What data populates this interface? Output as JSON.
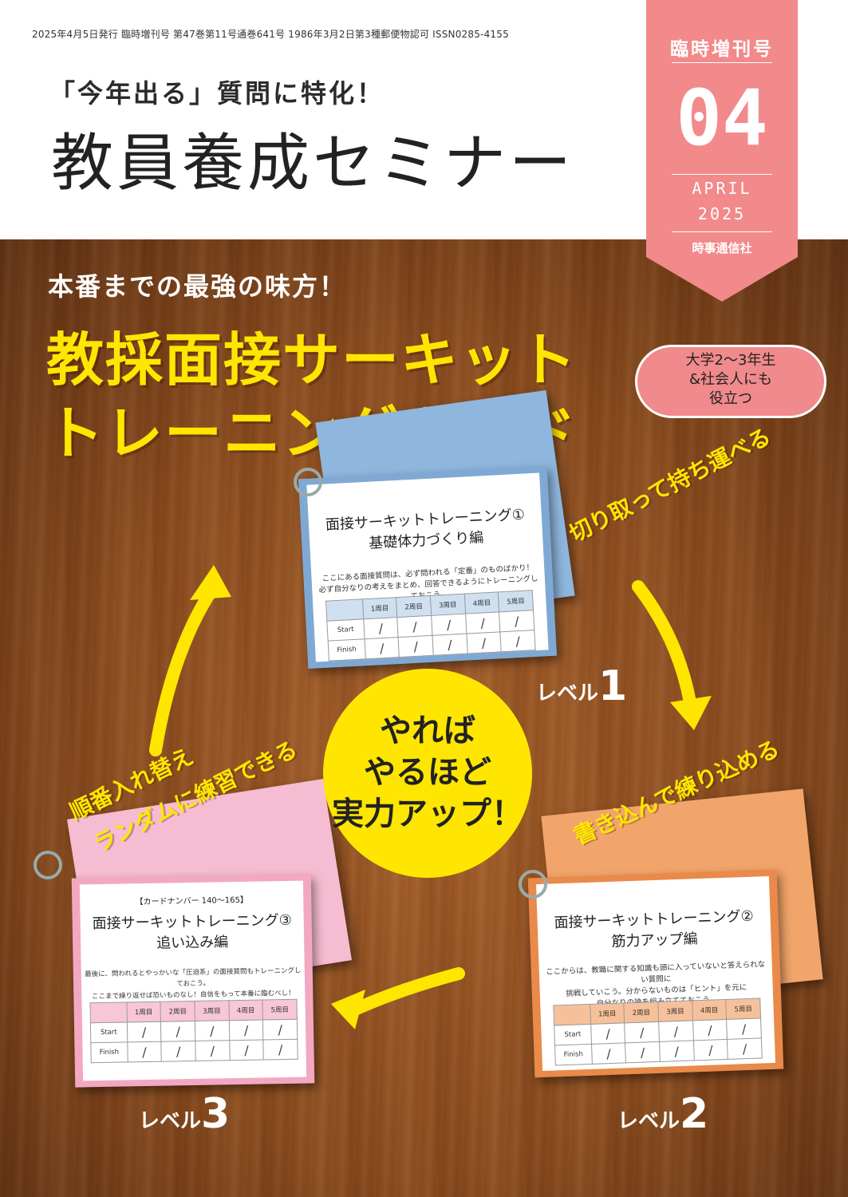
{
  "header": {
    "publication_info": "2025年4月5日発行 臨時増刊号 第47巻第11号通巻641号 1986年3月2日第3種郵便物認可 ISSN0285-4155",
    "tagline": "「今年出る」質問に特化！",
    "magazine_title": "教員養成セミナー"
  },
  "ribbon": {
    "label": "臨時増刊号",
    "issue_number": "04",
    "month": "APRIL",
    "year": "2025",
    "publisher": "時事通信社",
    "color": "#f2898b"
  },
  "feature": {
    "subhead": "本番までの最強の味方！",
    "title_line1": "教採面接サーキット",
    "title_line2": "トレーニングカード",
    "badge_lines": [
      "大学2〜3年生",
      "&社会人にも",
      "役立つ"
    ],
    "accent_color": "#ffe600"
  },
  "cards": {
    "columns": [
      "1周目",
      "2周目",
      "3周目",
      "4周目",
      "5周目"
    ],
    "rows": [
      "Start",
      "Finish"
    ],
    "slash": "/",
    "card1": {
      "title": "面接サーキットトレーニング①",
      "subtitle": "基礎体力づくり編",
      "desc1": "ここにある面接質問は、必ず問われる「定番」のものばかり！",
      "desc2": "必ず自分なりの考えをまとめ、回答できるようにトレーニングしておこう。",
      "color": "#7fa9d4"
    },
    "card2": {
      "title": "面接サーキットトレーニング②",
      "subtitle": "筋力アップ編",
      "desc1": "ここからは、教職に関する知識も頭に入っていないと答えられない質問に",
      "desc2": "挑戦していこう。分からないものは「ヒント」を元に",
      "desc3": "自分なりの論を組み立てておこう。",
      "color": "#e98a4a"
    },
    "card3": {
      "header": "【カードナンバー 140〜165】",
      "title": "面接サーキットトレーニング③",
      "subtitle": "追い込み編",
      "desc1": "最後に、問われるとやっかいな「圧迫系」の面接質問もトレーニングしておこう。",
      "desc2": "ここまで繰り返せば恐いものなし！自信をもって本番に臨むべし！",
      "color": "#f3a8c2"
    }
  },
  "cycle": {
    "circle_lines": [
      "やれば",
      "やるほど",
      "実力アップ！"
    ],
    "phrase_top_right": "切り取って持ち運べる",
    "phrase_bottom_right": "書き込んで練り込める",
    "phrase_left_1": "順番入れ替え",
    "phrase_left_2": "ランダムに練習できる",
    "level_word": "レベル",
    "level1": "1",
    "level2": "2",
    "level3": "3"
  }
}
